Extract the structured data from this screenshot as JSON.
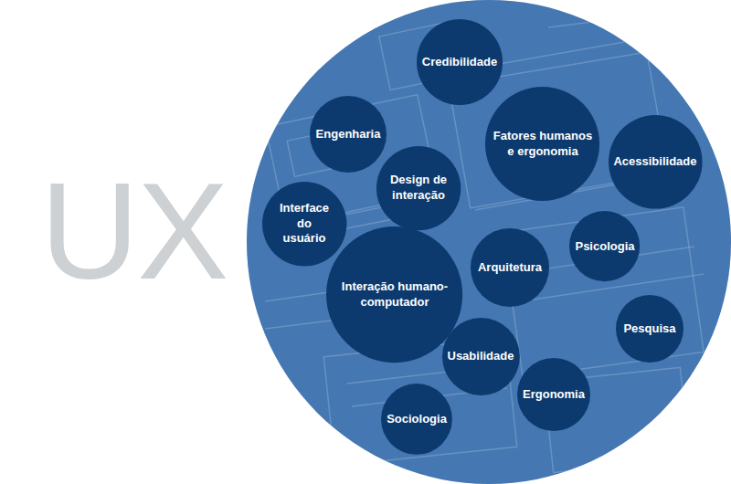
{
  "diagram": {
    "title": "UX",
    "nodes": [
      {
        "text": [
          "Credibilidade"
        ]
      },
      {
        "text": [
          "Engenharia"
        ]
      },
      {
        "text": [
          "Fatores humanos e ergonomia"
        ]
      },
      {
        "text": [
          "Acessibilidade"
        ]
      },
      {
        "text": [
          "Design de interação"
        ]
      },
      {
        "text": [
          "Interface do usuário"
        ]
      },
      {
        "text": [
          "Interação humano-computador"
        ]
      },
      {
        "text": [
          "Arquitetura"
        ]
      },
      {
        "text": [
          "Psicologia"
        ]
      },
      {
        "text": [
          "Pesquisa"
        ]
      },
      {
        "text": [
          "Usabilidade"
        ]
      },
      {
        "text": [
          "Ergonomia"
        ]
      },
      {
        "text": [
          "Sociologia"
        ]
      }
    ]
  }
}
